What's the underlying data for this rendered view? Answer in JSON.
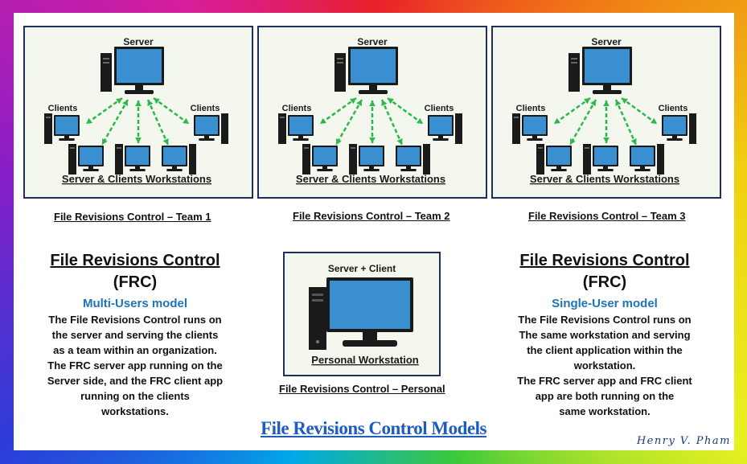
{
  "teams": [
    {
      "server_label": "Server",
      "clients_left": "Clients",
      "clients_right": "Clients",
      "footer": "Server & Clients Workstations",
      "caption": "File Revisions Control – Team 1"
    },
    {
      "server_label": "Server",
      "clients_left": "Clients",
      "clients_right": "Clients",
      "footer": "Server & Clients Workstations",
      "caption": "File Revisions Control – Team 2"
    },
    {
      "server_label": "Server",
      "clients_left": "Clients",
      "clients_right": "Clients",
      "footer": "Server & Clients Workstations",
      "caption": "File Revisions Control – Team 3"
    }
  ],
  "personal": {
    "top_label": "Server + Client",
    "footer": "Personal Workstation",
    "caption": "File Revisions Control – Personal"
  },
  "left_column": {
    "title": "File Revisions Control",
    "abbr": "(FRC)",
    "model": "Multi-Users model",
    "lines": [
      "The File Revisions Control runs on",
      "the server and serving the clients",
      "as a team within an organization.",
      "The FRC server app running on the",
      "Server side, and the FRC client app",
      "running on the clients",
      "workstations."
    ]
  },
  "right_column": {
    "title": "File Revisions Control",
    "abbr": "(FRC)",
    "model": "Single-User model",
    "lines": [
      "The File Revisions Control runs on",
      "The same workstation and serving",
      "the client application within the",
      "workstation.",
      "The FRC server app and FRC client",
      "app are both running on the",
      "same workstation."
    ]
  },
  "main_title": "File Revisions Control Models",
  "signature": "Henry V. Pham",
  "colors": {
    "panel_border": "#1f2f5c",
    "monitor": "#3a8fd0",
    "arrow": "#2cb84c",
    "accent_text": "#1e74b8",
    "title_text": "#1e5cc0"
  }
}
